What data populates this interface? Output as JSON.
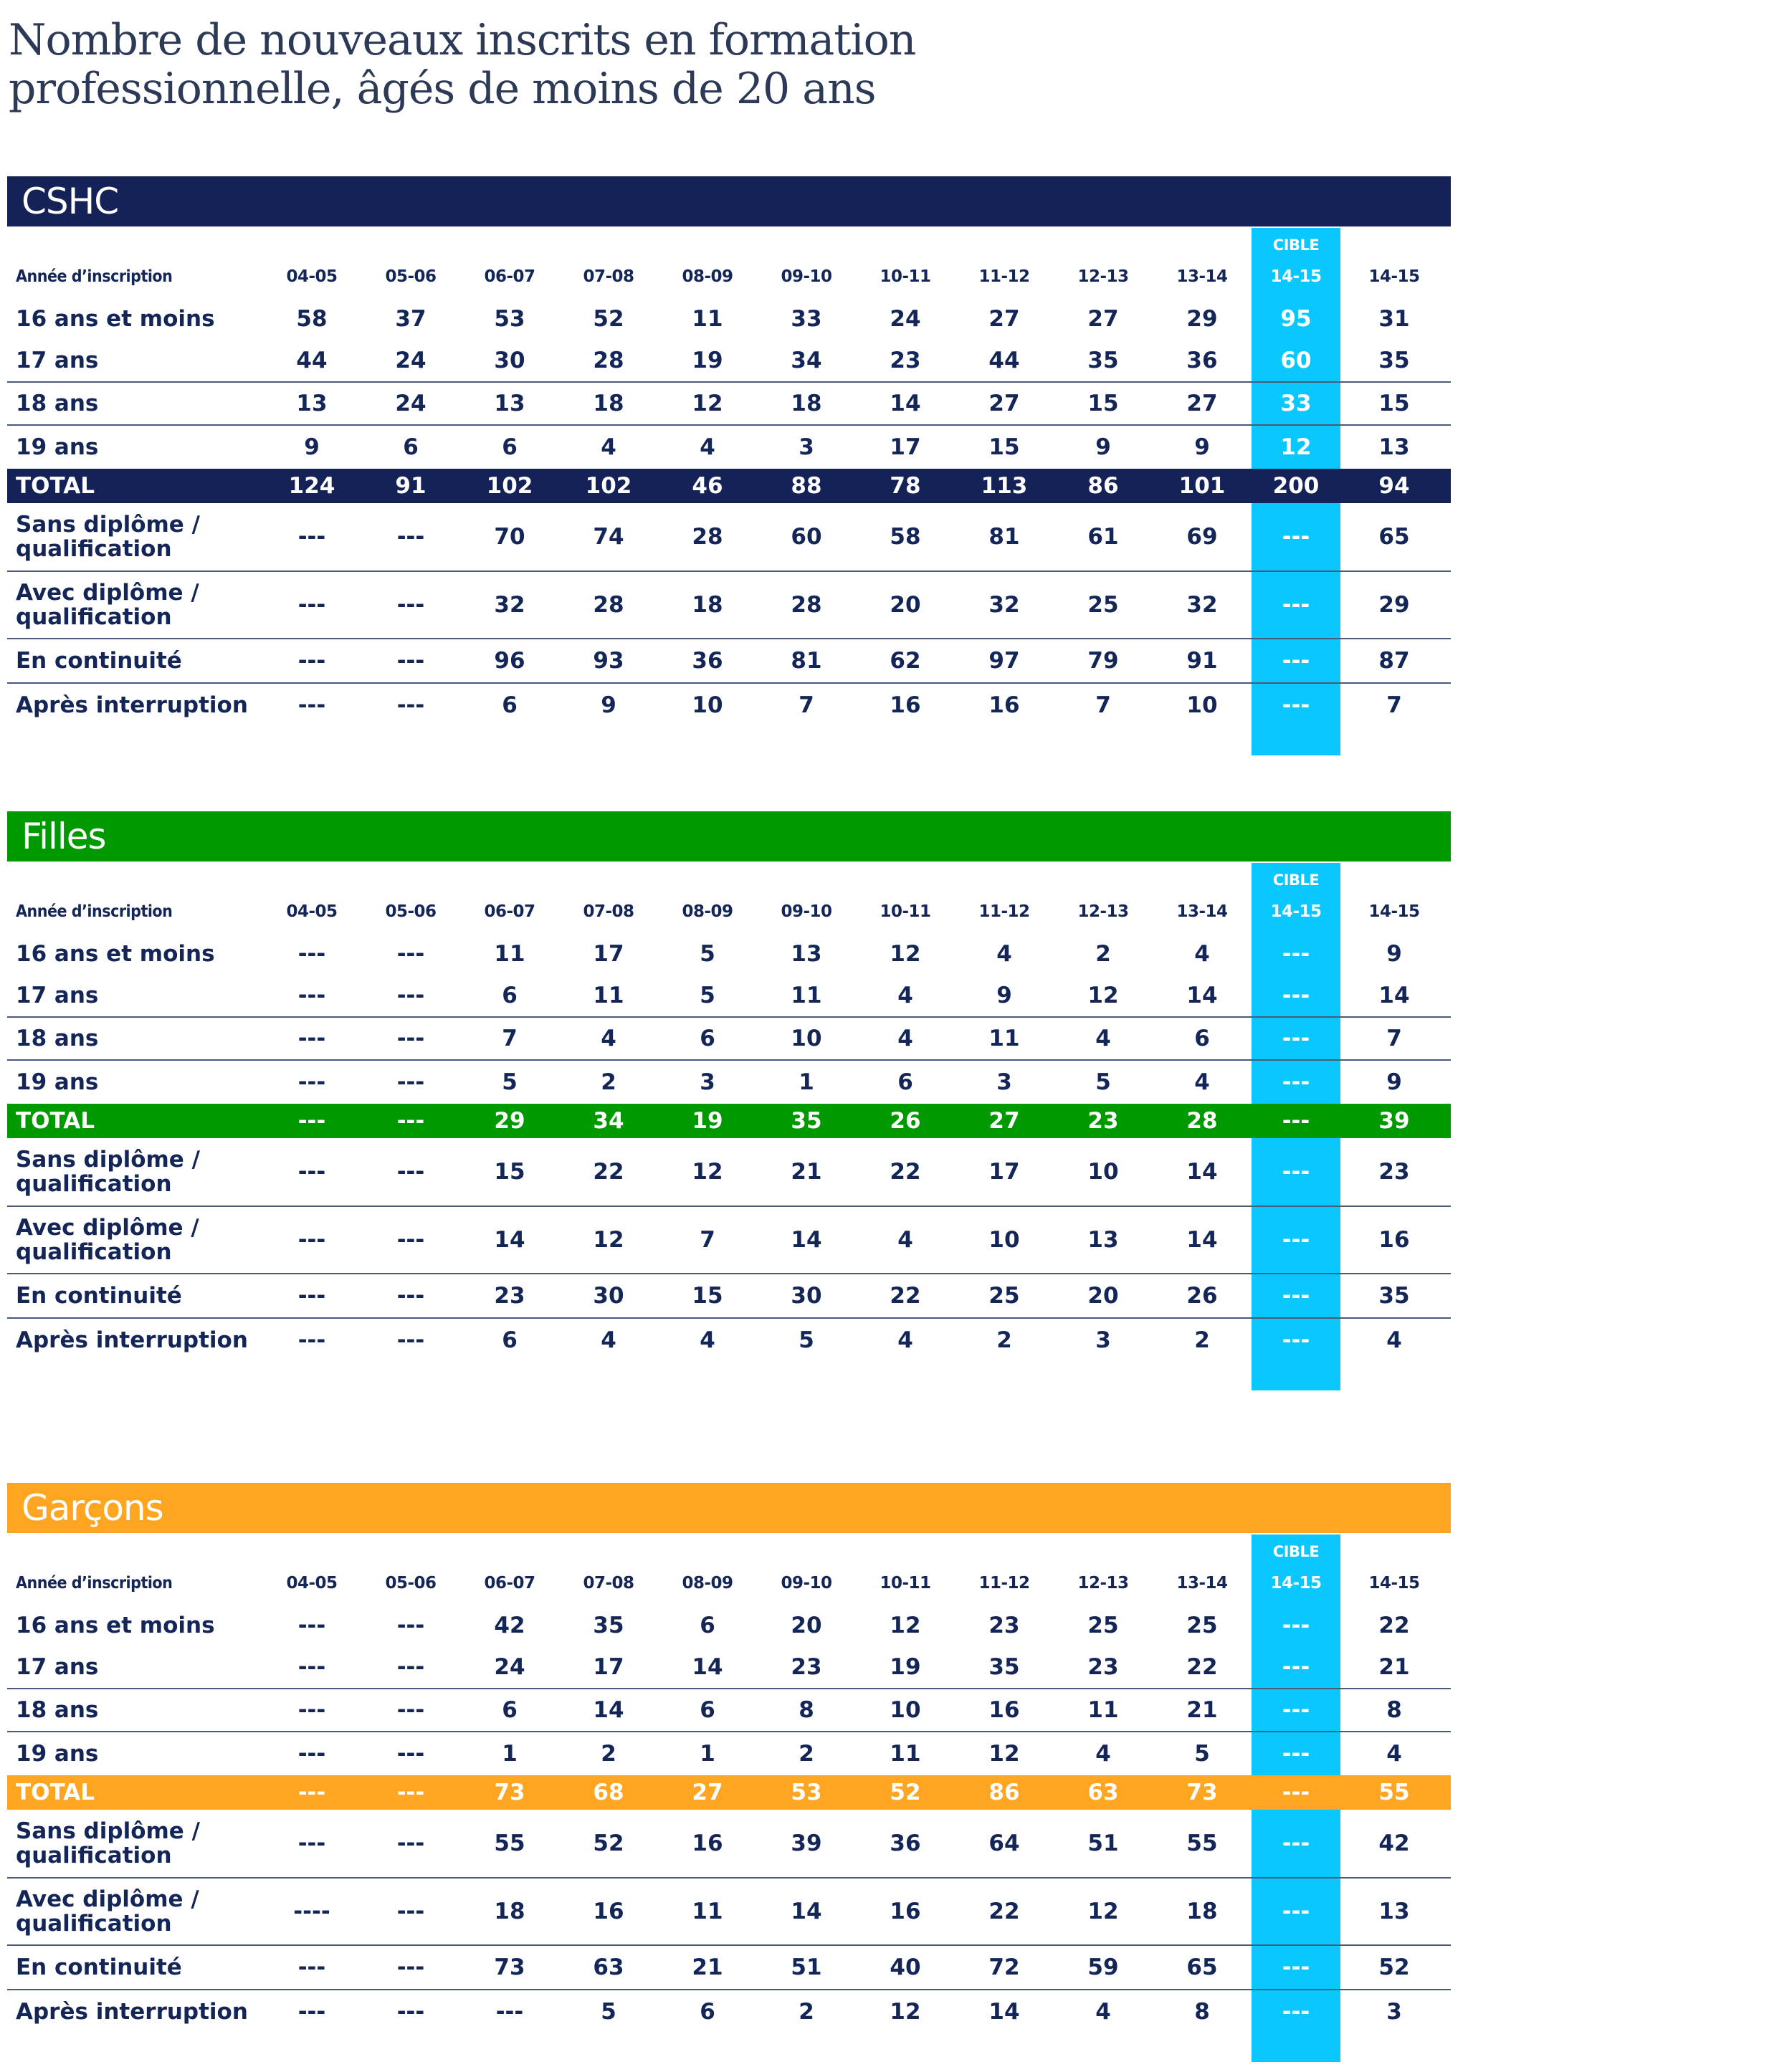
{
  "title": {
    "line1": "Nombre de nouveaux inscrits en formation",
    "line2": "professionnelle, âgés de moins de 20 ans"
  },
  "colors": {
    "cshc": "#142257",
    "filles": "#009900",
    "garcons": "#ffa521",
    "cible": "#0bc7ff",
    "text": "#142657"
  },
  "sections": [
    {
      "name": "CSHC",
      "cible_label": "CIBLE",
      "header_label": "Année d’inscription",
      "columns": [
        "04-05",
        "05-06",
        "06-07",
        "07-08",
        "08-09",
        "09-10",
        "10-11",
        "11-12",
        "12-13",
        "13-14",
        "14-15",
        "14-15"
      ],
      "rows": [
        {
          "label": "16 ans et moins",
          "values": [
            "58",
            "37",
            "53",
            "52",
            "11",
            "33",
            "24",
            "27",
            "27",
            "29",
            "95",
            "31"
          ]
        },
        {
          "label": "17 ans",
          "values": [
            "44",
            "24",
            "30",
            "28",
            "19",
            "34",
            "23",
            "44",
            "35",
            "36",
            "60",
            "35"
          ]
        },
        {
          "label": "18 ans",
          "values": [
            "13",
            "24",
            "13",
            "18",
            "12",
            "18",
            "14",
            "27",
            "15",
            "27",
            "33",
            "15"
          ]
        },
        {
          "label": "19 ans",
          "values": [
            "9",
            "6",
            "6",
            "4",
            "4",
            "3",
            "17",
            "15",
            "9",
            "9",
            "12",
            "13"
          ]
        }
      ],
      "total": {
        "label": "TOTAL",
        "values": [
          "124",
          "91",
          "102",
          "102",
          "46",
          "88",
          "78",
          "113",
          "86",
          "101",
          "200",
          "94"
        ]
      },
      "sub_rows": [
        {
          "label": "Sans diplôme / qualification",
          "values": [
            "---",
            "---",
            "70",
            "74",
            "28",
            "60",
            "58",
            "81",
            "61",
            "69",
            "---",
            "65"
          ]
        },
        {
          "label": "Avec diplôme / qualification",
          "values": [
            "---",
            "---",
            "32",
            "28",
            "18",
            "28",
            "20",
            "32",
            "25",
            "32",
            "---",
            "29"
          ]
        },
        {
          "label": "En continuité",
          "values": [
            "---",
            "---",
            "96",
            "93",
            "36",
            "81",
            "62",
            "97",
            "79",
            "91",
            "---",
            "87"
          ]
        },
        {
          "label": "Après interruption",
          "values": [
            "---",
            "---",
            "6",
            "9",
            "10",
            "7",
            "16",
            "16",
            "7",
            "10",
            "---",
            "7"
          ]
        }
      ]
    },
    {
      "name": "Filles",
      "cible_label": "CIBLE",
      "header_label": "Année d’inscription",
      "columns": [
        "04-05",
        "05-06",
        "06-07",
        "07-08",
        "08-09",
        "09-10",
        "10-11",
        "11-12",
        "12-13",
        "13-14",
        "14-15",
        "14-15"
      ],
      "rows": [
        {
          "label": "16 ans et moins",
          "values": [
            "---",
            "---",
            "11",
            "17",
            "5",
            "13",
            "12",
            "4",
            "2",
            "4",
            "---",
            "9"
          ]
        },
        {
          "label": "17 ans",
          "values": [
            "---",
            "---",
            "6",
            "11",
            "5",
            "11",
            "4",
            "9",
            "12",
            "14",
            "---",
            "14"
          ]
        },
        {
          "label": "18 ans",
          "values": [
            "---",
            "---",
            "7",
            "4",
            "6",
            "10",
            "4",
            "11",
            "4",
            "6",
            "---",
            "7"
          ]
        },
        {
          "label": "19 ans",
          "values": [
            "---",
            "---",
            "5",
            "2",
            "3",
            "1",
            "6",
            "3",
            "5",
            "4",
            "---",
            "9"
          ]
        }
      ],
      "total": {
        "label": "TOTAL",
        "values": [
          "---",
          "---",
          "29",
          "34",
          "19",
          "35",
          "26",
          "27",
          "23",
          "28",
          "---",
          "39"
        ]
      },
      "sub_rows": [
        {
          "label": "Sans diplôme / qualification",
          "values": [
            "---",
            "---",
            "15",
            "22",
            "12",
            "21",
            "22",
            "17",
            "10",
            "14",
            "---",
            "23"
          ]
        },
        {
          "label": "Avec diplôme / qualification",
          "values": [
            "---",
            "---",
            "14",
            "12",
            "7",
            "14",
            "4",
            "10",
            "13",
            "14",
            "---",
            "16"
          ]
        },
        {
          "label": "En continuité",
          "values": [
            "---",
            "---",
            "23",
            "30",
            "15",
            "30",
            "22",
            "25",
            "20",
            "26",
            "---",
            "35"
          ]
        },
        {
          "label": "Après interruption",
          "values": [
            "---",
            "---",
            "6",
            "4",
            "4",
            "5",
            "4",
            "2",
            "3",
            "2",
            "---",
            "4"
          ]
        }
      ]
    },
    {
      "name": "Garçons",
      "cible_label": "CIBLE",
      "header_label": "Année d’inscription",
      "columns": [
        "04-05",
        "05-06",
        "06-07",
        "07-08",
        "08-09",
        "09-10",
        "10-11",
        "11-12",
        "12-13",
        "13-14",
        "14-15",
        "14-15"
      ],
      "rows": [
        {
          "label": "16 ans et moins",
          "values": [
            "---",
            "---",
            "42",
            "35",
            "6",
            "20",
            "12",
            "23",
            "25",
            "25",
            "---",
            "22"
          ]
        },
        {
          "label": "17 ans",
          "values": [
            "---",
            "---",
            "24",
            "17",
            "14",
            "23",
            "19",
            "35",
            "23",
            "22",
            "---",
            "21"
          ]
        },
        {
          "label": "18 ans",
          "values": [
            "---",
            "---",
            "6",
            "14",
            "6",
            "8",
            "10",
            "16",
            "11",
            "21",
            "---",
            "8"
          ]
        },
        {
          "label": "19 ans",
          "values": [
            "---",
            "---",
            "1",
            "2",
            "1",
            "2",
            "11",
            "12",
            "4",
            "5",
            "---",
            "4"
          ]
        }
      ],
      "total": {
        "label": "TOTAL",
        "values": [
          "---",
          "---",
          "73",
          "68",
          "27",
          "53",
          "52",
          "86",
          "63",
          "73",
          "---",
          "55"
        ]
      },
      "sub_rows": [
        {
          "label": "Sans diplôme / qualification",
          "values": [
            "---",
            "---",
            "55",
            "52",
            "16",
            "39",
            "36",
            "64",
            "51",
            "55",
            "---",
            "42"
          ]
        },
        {
          "label": "Avec diplôme / qualification",
          "values": [
            "----",
            "---",
            "18",
            "16",
            "11",
            "14",
            "16",
            "22",
            "12",
            "18",
            "---",
            "13"
          ]
        },
        {
          "label": "En continuité",
          "values": [
            "---",
            "---",
            "73",
            "63",
            "21",
            "51",
            "40",
            "72",
            "59",
            "65",
            "---",
            "52"
          ]
        },
        {
          "label": "Après interruption",
          "values": [
            "---",
            "---",
            "---",
            "5",
            "6",
            "2",
            "12",
            "14",
            "4",
            "8",
            "---",
            "3"
          ]
        }
      ]
    }
  ]
}
